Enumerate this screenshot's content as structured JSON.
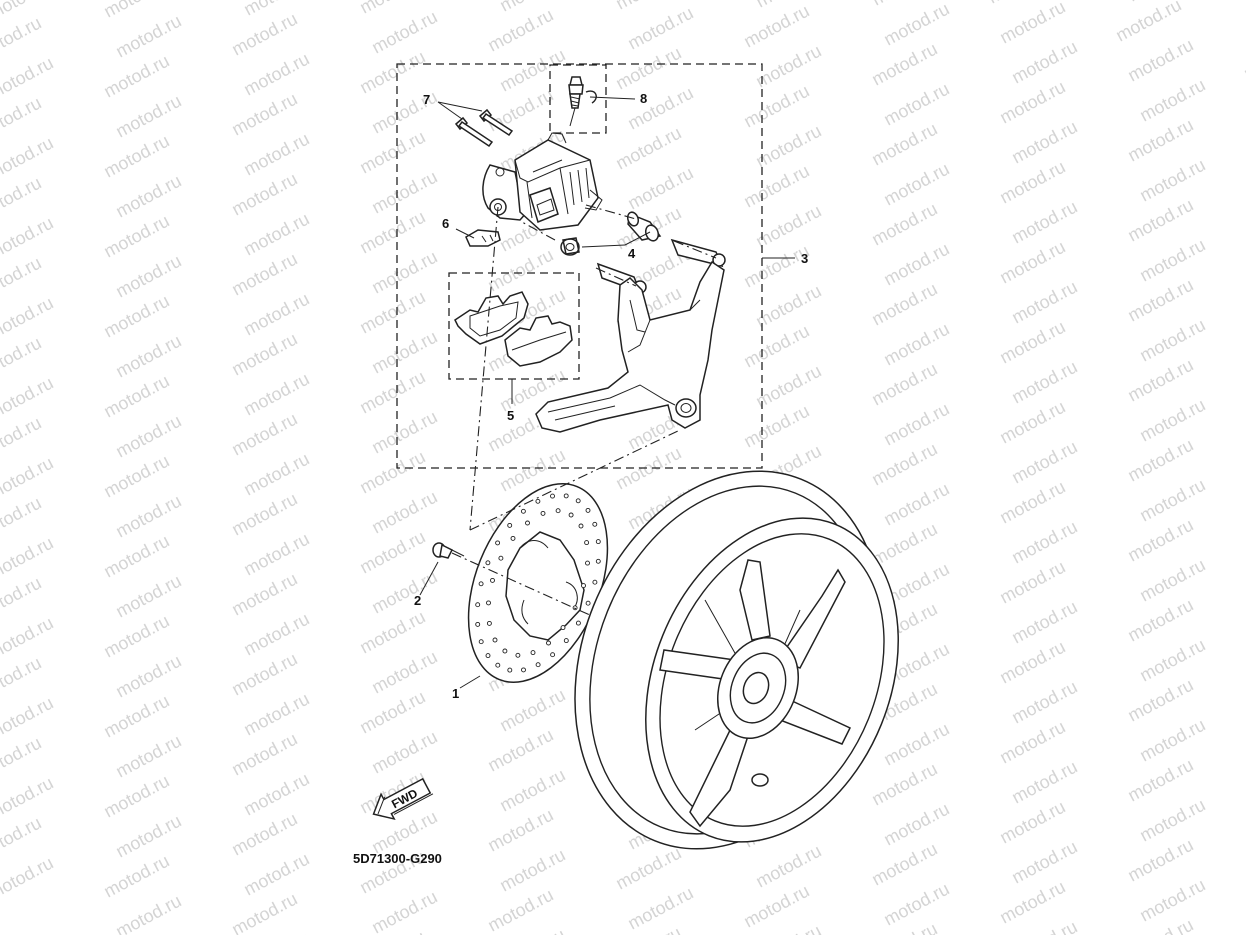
{
  "watermark": {
    "text": "motod.ru"
  },
  "callouts": {
    "c1": "1",
    "c2": "2",
    "c3": "3",
    "c4": "4",
    "c5": "5",
    "c6": "6",
    "c7": "7",
    "c8": "8"
  },
  "fwd_label": "FWD",
  "diagram_code": "5D71300-G290"
}
